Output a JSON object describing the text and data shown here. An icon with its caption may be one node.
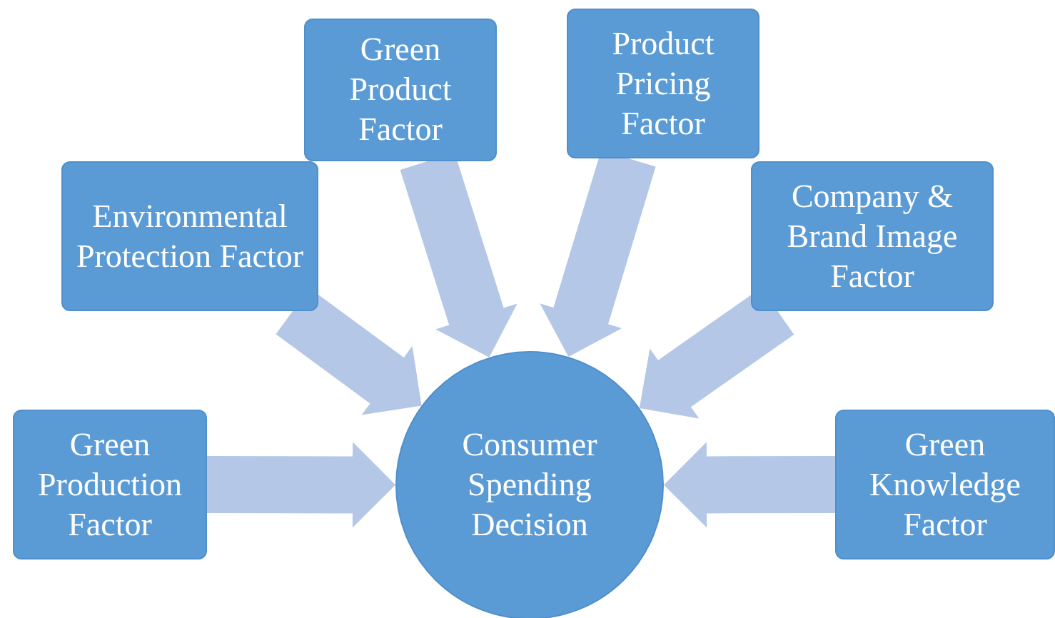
{
  "diagram": {
    "nodes": [
      {
        "text": [
          "Green Product Factor"
        ]
      },
      {
        "text": [
          "Product Pricing Factor"
        ]
      },
      {
        "text": [
          "Environmental Protection Factor"
        ]
      },
      {
        "text": [
          "Company & Brand Image Factor"
        ]
      },
      {
        "text": [
          "Green Production Factor"
        ]
      },
      {
        "text": [
          "Consumer Spending Decision"
        ]
      },
      {
        "text": [
          "Green Knowledge Factor"
        ]
      }
    ],
    "edges": [
      {
        "from": 0,
        "to": 5,
        "arrow": "to"
      },
      {
        "from": 1,
        "to": 5,
        "arrow": "to"
      },
      {
        "from": 2,
        "to": 5,
        "arrow": "to"
      },
      {
        "from": 3,
        "to": 5,
        "arrow": "to"
      },
      {
        "from": 4,
        "to": 5,
        "arrow": "to"
      },
      {
        "from": 6,
        "to": 5,
        "arrow": "to"
      }
    ]
  }
}
